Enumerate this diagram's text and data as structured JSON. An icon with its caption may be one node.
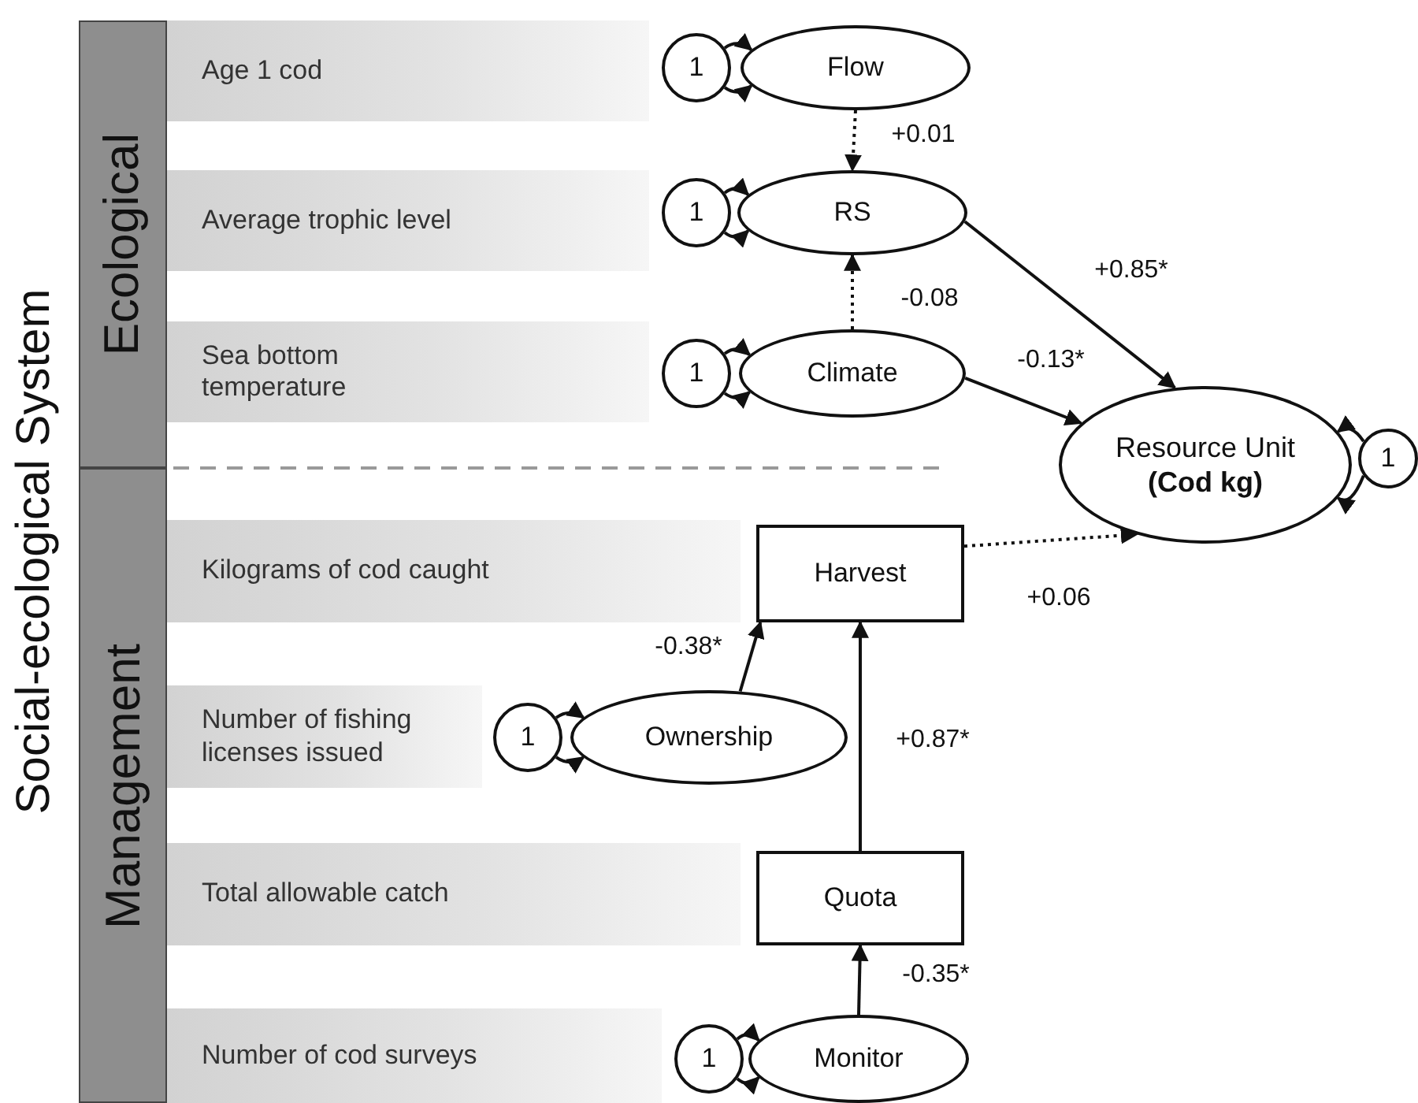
{
  "diagram": {
    "nodes": [
      {
        "text": [
          "Ecological"
        ]
      },
      {
        "text": [
          "Age 1 cod"
        ]
      },
      {
        "text": [
          "1"
        ]
      },
      {
        "text": [
          "Flow"
        ]
      },
      {
        "text": [
          "Average trophic level"
        ]
      },
      {
        "text": [
          "1"
        ]
      },
      {
        "text": [
          "RS"
        ]
      },
      {
        "text": [
          "Sea bottom temperature"
        ]
      },
      {
        "text": [
          "1"
        ]
      },
      {
        "text": [
          "Climate"
        ]
      },
      {
        "text": [
          "Resource Unit",
          "(Cod kg)"
        ]
      },
      {
        "text": [
          "1"
        ]
      },
      {
        "text": [
          "Management"
        ]
      },
      {
        "text": [
          "Kilograms of cod caught"
        ]
      },
      {
        "text": [
          "Harvest"
        ]
      },
      {
        "text": [
          "Number of fishing licenses issued"
        ]
      },
      {
        "text": [
          "1"
        ]
      },
      {
        "text": [
          "Ownership"
        ]
      },
      {
        "text": [
          "Total allowable catch"
        ]
      },
      {
        "text": [
          "Quota"
        ]
      },
      {
        "text": [
          "Number of cod surveys"
        ]
      },
      {
        "text": [
          "1"
        ]
      },
      {
        "text": [
          "Monitor"
        ]
      }
    ],
    "edges": [
      {
        "from": 2,
        "to": 3,
        "arrow": "to"
      },
      {
        "from": 2,
        "to": 3,
        "arrow": "to"
      },
      {
        "from": 5,
        "to": 6,
        "arrow": "to"
      },
      {
        "from": 5,
        "to": 6,
        "arrow": "to"
      },
      {
        "from": 8,
        "to": 9,
        "arrow": "to"
      },
      {
        "from": 8,
        "to": 9,
        "arrow": "to"
      },
      {
        "from": 11,
        "to": 10,
        "arrow": "to"
      },
      {
        "from": 11,
        "to": 10,
        "arrow": "to"
      },
      {
        "from": 16,
        "to": 17,
        "arrow": "to"
      },
      {
        "from": 16,
        "to": 17,
        "arrow": "to"
      },
      {
        "from": 21,
        "to": 22,
        "arrow": "to"
      },
      {
        "from": 21,
        "to": 22,
        "arrow": "to"
      },
      {
        "from": 3,
        "to": 6,
        "arrow": "to",
        "label": "+0.01",
        "style": "dashed"
      },
      {
        "from": 9,
        "to": 6,
        "arrow": "to",
        "label": "-0.08",
        "style": "dashed"
      },
      {
        "from": 6,
        "to": 10,
        "arrow": "to",
        "label": "+0.85*"
      },
      {
        "from": 9,
        "to": 10,
        "arrow": "to",
        "label": "-0.13*"
      },
      {
        "from": 14,
        "to": 10,
        "arrow": "to",
        "label": "+0.06",
        "style": "dashed"
      },
      {
        "from": 17,
        "to": 14,
        "arrow": "to",
        "label": "-0.38*"
      },
      {
        "from": 19,
        "to": 14,
        "arrow": "to",
        "label": "+0.87*"
      },
      {
        "from": 22,
        "to": 19,
        "arrow": "to",
        "label": "-0.35*"
      }
    ],
    "labels": [
      "Social-ecological System"
    ]
  }
}
